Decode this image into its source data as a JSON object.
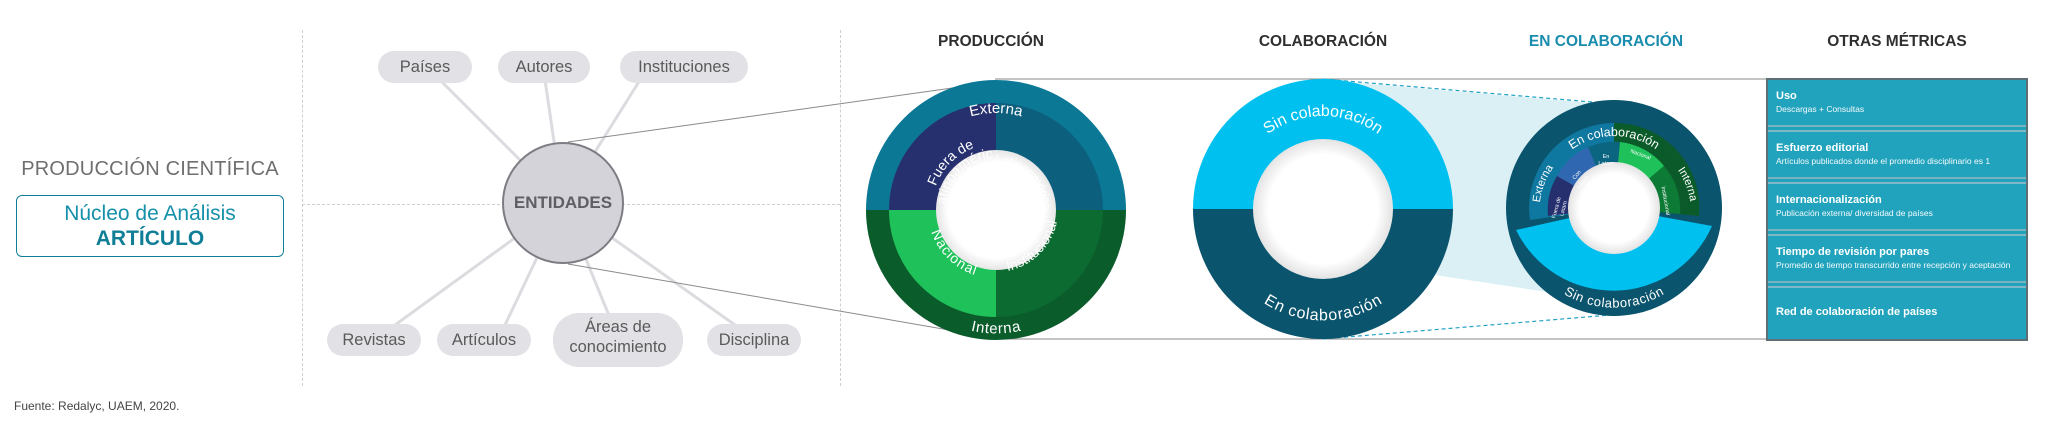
{
  "left": {
    "title": "PRODUCCIÓN CIENTÍFICA",
    "box_line1": "Núcleo de Análisis",
    "box_line2": "ARTÍCULO"
  },
  "center": {
    "hub": "ENTIDADES",
    "top_pills": [
      "Países",
      "Autores",
      "Instituciones"
    ],
    "bottom_pills": [
      "Revistas",
      "Artículos",
      "Áreas de conocimiento",
      "Disciplina"
    ],
    "bottom_pill_area_line1": "Áreas de",
    "bottom_pill_area_line2": "conocimiento"
  },
  "headers": {
    "produccion": "PRODUCCIÓN",
    "colaboracion": "COLABORACIÓN",
    "en_colaboracion": "EN COLABORACIÓN",
    "otras": "OTRAS MÉTRICAS"
  },
  "produccion_ring": {
    "outer_top": "Externa",
    "outer_bottom": "Interna",
    "inner_tl_1": "Fuera de",
    "inner_tl_2": "Latinoamérica",
    "inner_tr": "Latinoamérica",
    "inner_bl": "Nacional",
    "inner_br": "Institucional"
  },
  "colaboracion_ring": {
    "top": "Sin colaboración",
    "bottom": "En colaboración"
  },
  "en_colaboracion_ring": {
    "outer_top": "En colaboración",
    "outer_bottom": "Sin colaboración",
    "ring2_left": "Externa",
    "ring2_right": "Interna",
    "small_fuera_1": "Fuera de",
    "small_fuera_2": "Latam",
    "small_con_1": "Con",
    "small_con_2": "Latam",
    "small_en_1": "En",
    "small_en_2": "Latam",
    "small_nacional": "Nacional",
    "small_inst": "Institucional"
  },
  "metrics": [
    {
      "title": "Uso",
      "desc": "Descargas + Consultas"
    },
    {
      "title": "Esfuerzo editorial",
      "desc": "Artículos publicados donde el promedio disciplinario es 1"
    },
    {
      "title": "Internacionalización",
      "desc": "Publicación externa/ diversidad de países"
    },
    {
      "title": "Tiempo de revisión por pares",
      "desc": "Promedio de tiempo transcurrido entre recepción y aceptación"
    },
    {
      "title": "Red de colaboración de países",
      "desc": ""
    }
  ],
  "footer": "Fuente: Redalyc, UAEM, 2020.",
  "colors": {
    "teal": "#0c7a95",
    "navy": "#25306e",
    "dark_green": "#0b5d2a",
    "bright_green": "#1fc25a",
    "cyan": "#00bfee",
    "petrol": "#0a566f",
    "metrics_bg": "#22a3bd"
  }
}
